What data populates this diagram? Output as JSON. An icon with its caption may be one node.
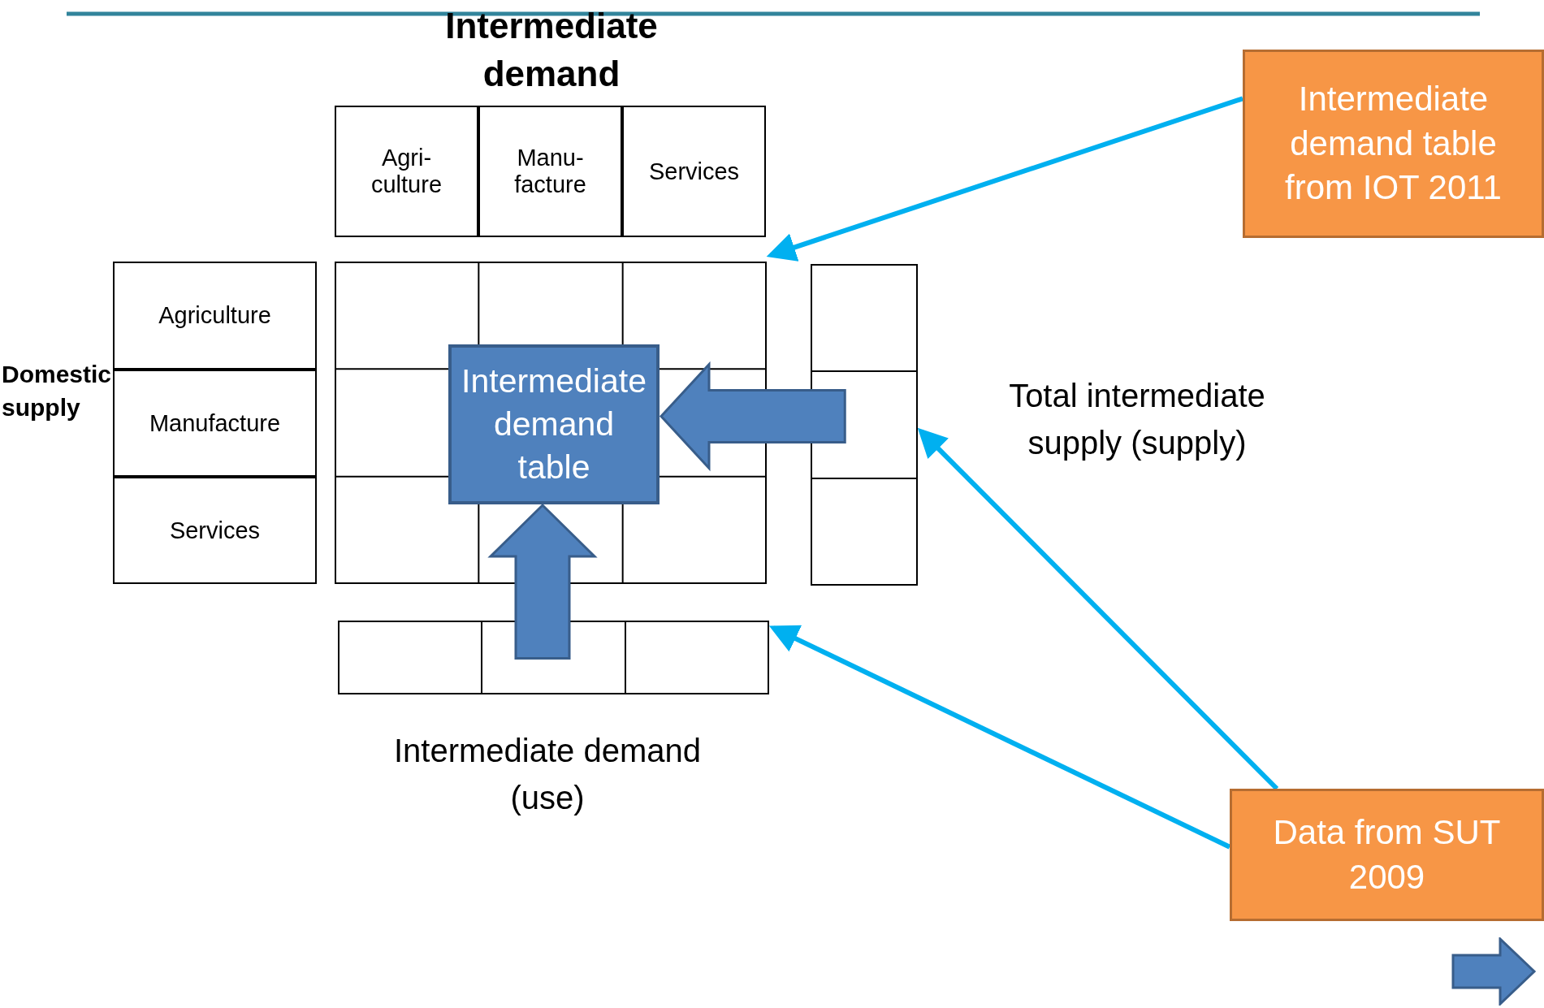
{
  "diagram": {
    "nodes": [
      {
        "text": [
          "Intermediate demand table from IOT 2011"
        ]
      },
      {
        "text": [],
        "shape": "box"
      },
      {
        "text": [
          "Intermediate demand table"
        ],
        "in": 1
      },
      {
        "text": [],
        "shape": "box",
        "beside": [
          "Total intermediate supply (supply)"
        ]
      },
      {
        "text": [],
        "shape": "box",
        "beside": [
          "Intermediate demand (use)"
        ]
      },
      {
        "text": [
          "Data from SUT 2009"
        ]
      },
      {
        "text": [
          "Agri- culture"
        ]
      },
      {
        "text": [
          "Manu- facture"
        ]
      },
      {
        "text": [
          "Services"
        ]
      },
      {
        "text": [
          "Agriculture"
        ]
      },
      {
        "text": [
          "Manufacture"
        ]
      },
      {
        "text": [
          "Services"
        ]
      }
    ],
    "edges": [
      {
        "from": 0,
        "to": 1,
        "arrow": "to"
      },
      {
        "from": 3,
        "to": 2,
        "arrow": "to",
        "style": "thick",
        "color": "#4f81bd"
      },
      {
        "from": 4,
        "to": 2,
        "arrow": "to",
        "style": "thick",
        "color": "#4f81bd"
      },
      {
        "from": 5,
        "to": 3,
        "arrow": "to"
      },
      {
        "from": 5,
        "to": 4,
        "arrow": "to"
      }
    ],
    "labels": [
      "Intermediate demand",
      "Domestic supply"
    ]
  }
}
